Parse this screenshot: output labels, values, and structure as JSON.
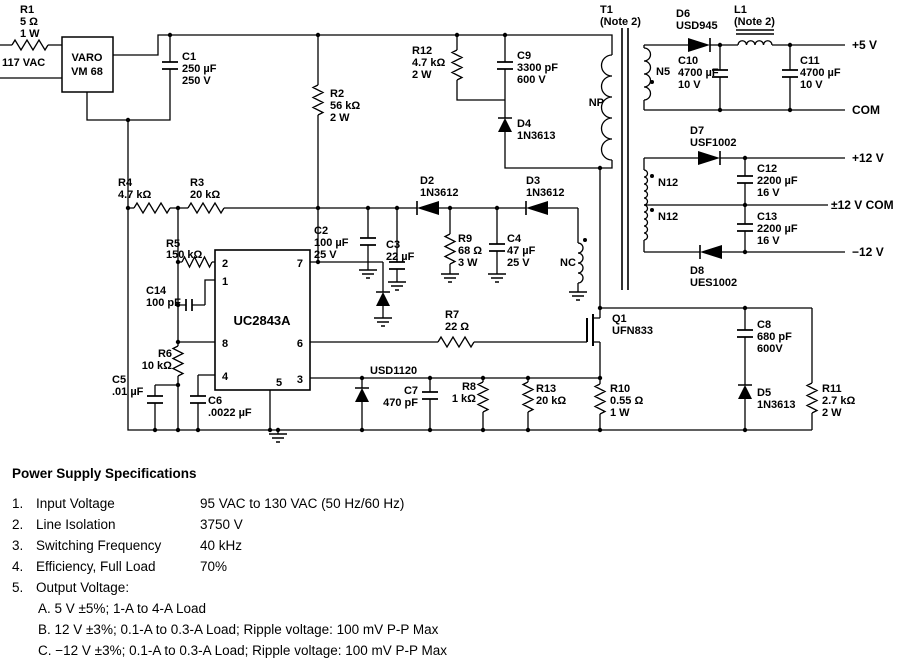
{
  "schematic": {
    "input_label": "117 VAC",
    "bridge": {
      "line1": "VARO",
      "line2": "VM 68"
    },
    "components": {
      "r1": {
        "l1": "R1",
        "l2": "5 Ω",
        "l3": "1 W"
      },
      "c1": {
        "l1": "C1",
        "l2": "250 µF",
        "l3": "250 V"
      },
      "r2": {
        "l1": "R2",
        "l2": "56 kΩ",
        "l3": "2 W"
      },
      "r12": {
        "l1": "R12",
        "l2": "4.7 kΩ",
        "l3": "2 W"
      },
      "c9": {
        "l1": "C9",
        "l2": "3300 pF",
        "l3": "600 V"
      },
      "d4": {
        "l1": "D4",
        "l2": "1N3613"
      },
      "t1": {
        "l1": "T1",
        "l2": "(Note 2)"
      },
      "np": "NP",
      "n5": "N5",
      "n12a": "N12",
      "n12b": "N12",
      "nc": "NC",
      "d6": {
        "l1": "D6",
        "l2": "USD945"
      },
      "l1": {
        "l1": "L1",
        "l2": "(Note 2)"
      },
      "c10": {
        "l1": "C10",
        "l2": "4700 µF",
        "l3": "10 V"
      },
      "c11": {
        "l1": "C11",
        "l2": "4700 µF",
        "l3": "10 V"
      },
      "d7": {
        "l1": "D7",
        "l2": "USF1002"
      },
      "c12": {
        "l1": "C12",
        "l2": "2200 µF",
        "l3": "16 V"
      },
      "c13": {
        "l1": "C13",
        "l2": "2200 µF",
        "l3": "16 V"
      },
      "d8": {
        "l1": "D8",
        "l2": "UES1002"
      },
      "r4": {
        "l1": "R4",
        "l2": "4.7 kΩ"
      },
      "r3": {
        "l1": "R3",
        "l2": "20 kΩ"
      },
      "d2": {
        "l1": "D2",
        "l2": "1N3612"
      },
      "d3": {
        "l1": "D3",
        "l2": "1N3612"
      },
      "c2": {
        "l1": "C2",
        "l2": "100 µF",
        "l3": "25 V"
      },
      "c3": {
        "l1": "C3",
        "l2": "22 µF"
      },
      "r9": {
        "l1": "R9",
        "l2": "68 Ω",
        "l3": "3 W"
      },
      "c4": {
        "l1": "C4",
        "l2": "47 µF",
        "l3": "25 V"
      },
      "r5": {
        "l1": "R5",
        "l2": "150 kΩ"
      },
      "c14": {
        "l1": "C14",
        "l2": "100 pF"
      },
      "r6": {
        "l1": "R6",
        "l2": "10 kΩ"
      },
      "c5": {
        "l1": "C5",
        "l2": ".01 µF"
      },
      "c6": {
        "l1": "C6",
        "l2": ".0022 µF"
      },
      "r7": {
        "l1": "R7",
        "l2": "22 Ω"
      },
      "q1": {
        "l1": "Q1",
        "l2": "UFN833"
      },
      "usd1120": "USD1120",
      "c7": {
        "l1": "C7",
        "l2": "470 pF"
      },
      "r8": {
        "l1": "R8",
        "l2": "1 kΩ"
      },
      "r13": {
        "l1": "R13",
        "l2": "20 kΩ"
      },
      "r10": {
        "l1": "R10",
        "l2": "0.55 Ω",
        "l3": "1 W"
      },
      "c8": {
        "l1": "C8",
        "l2": "680 pF",
        "l3": "600V"
      },
      "d5": {
        "l1": "D5",
        "l2": "1N3613"
      },
      "r11": {
        "l1": "R11",
        "l2": "2.7 kΩ",
        "l3": "2 W"
      }
    },
    "ic": {
      "name": "UC2843A",
      "pins": {
        "p1": "1",
        "p2": "2",
        "p3": "3",
        "p4": "4",
        "p5": "5",
        "p6": "6",
        "p7": "7",
        "p8": "8"
      }
    },
    "outputs": {
      "p5v": "+5 V",
      "com": "COM",
      "p12v": "+12 V",
      "com12": "±12 V COM",
      "n12v": "−12 V"
    }
  },
  "specs": {
    "heading": "Power Supply Specifications",
    "items": [
      {
        "num": "1.",
        "label": "Input Voltage",
        "value": "95 VAC to 130 VAC  (50 Hz/60 Hz)"
      },
      {
        "num": "2.",
        "label": "Line Isolation",
        "value": "3750 V"
      },
      {
        "num": "3.",
        "label": "Switching Frequency",
        "value": "40 kHz"
      },
      {
        "num": "4.",
        "label": "Efficiency, Full Load",
        "value": "70%"
      },
      {
        "num": "5.",
        "label": "Output Voltage:",
        "value": ""
      }
    ],
    "subitems": [
      "A. 5 V ±5%; 1-A to 4-A Load",
      "B. 12 V ±3%; 0.1-A to 0.3-A Load; Ripple voltage: 100 mV P-P Max",
      "C. −12 V ±3%; 0.1-A to 0.3-A Load; Ripple voltage: 100 mV P-P Max"
    ]
  }
}
